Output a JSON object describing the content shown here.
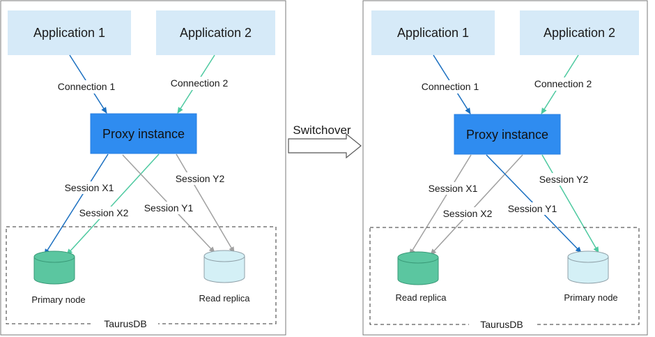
{
  "switchover_label": "Switchover",
  "colors": {
    "app_fill": "#d6eaf8",
    "proxy_fill": "#2f8cf0",
    "primary_db_fill": "#5bc6a0",
    "replica_db_fill": "#d4f0f6",
    "connection_1": "#1a6fc0",
    "connection_2": "#4dc9a0",
    "session_primary": "#1a6fc0",
    "session_idle": "#a0a0a0"
  },
  "panels": [
    {
      "app1": "Application 1",
      "app2": "Application 2",
      "connection1": "Connection 1",
      "connection2": "Connection 2",
      "proxy": "Proxy instance",
      "session_x1": "Session X1",
      "session_x2": "Session X2",
      "session_y1": "Session Y1",
      "session_y2": "Session Y2",
      "left_db": "Primary node",
      "right_db": "Read replica",
      "cluster": "TaurusDB"
    },
    {
      "app1": "Application 1",
      "app2": "Application 2",
      "connection1": "Connection 1",
      "connection2": "Connection 2",
      "proxy": "Proxy instance",
      "session_x1": "Session X1",
      "session_x2": "Session X2",
      "session_y1": "Session Y1",
      "session_y2": "Session Y2",
      "left_db": "Read replica",
      "right_db": "Primary node",
      "cluster": "TaurusDB"
    }
  ]
}
